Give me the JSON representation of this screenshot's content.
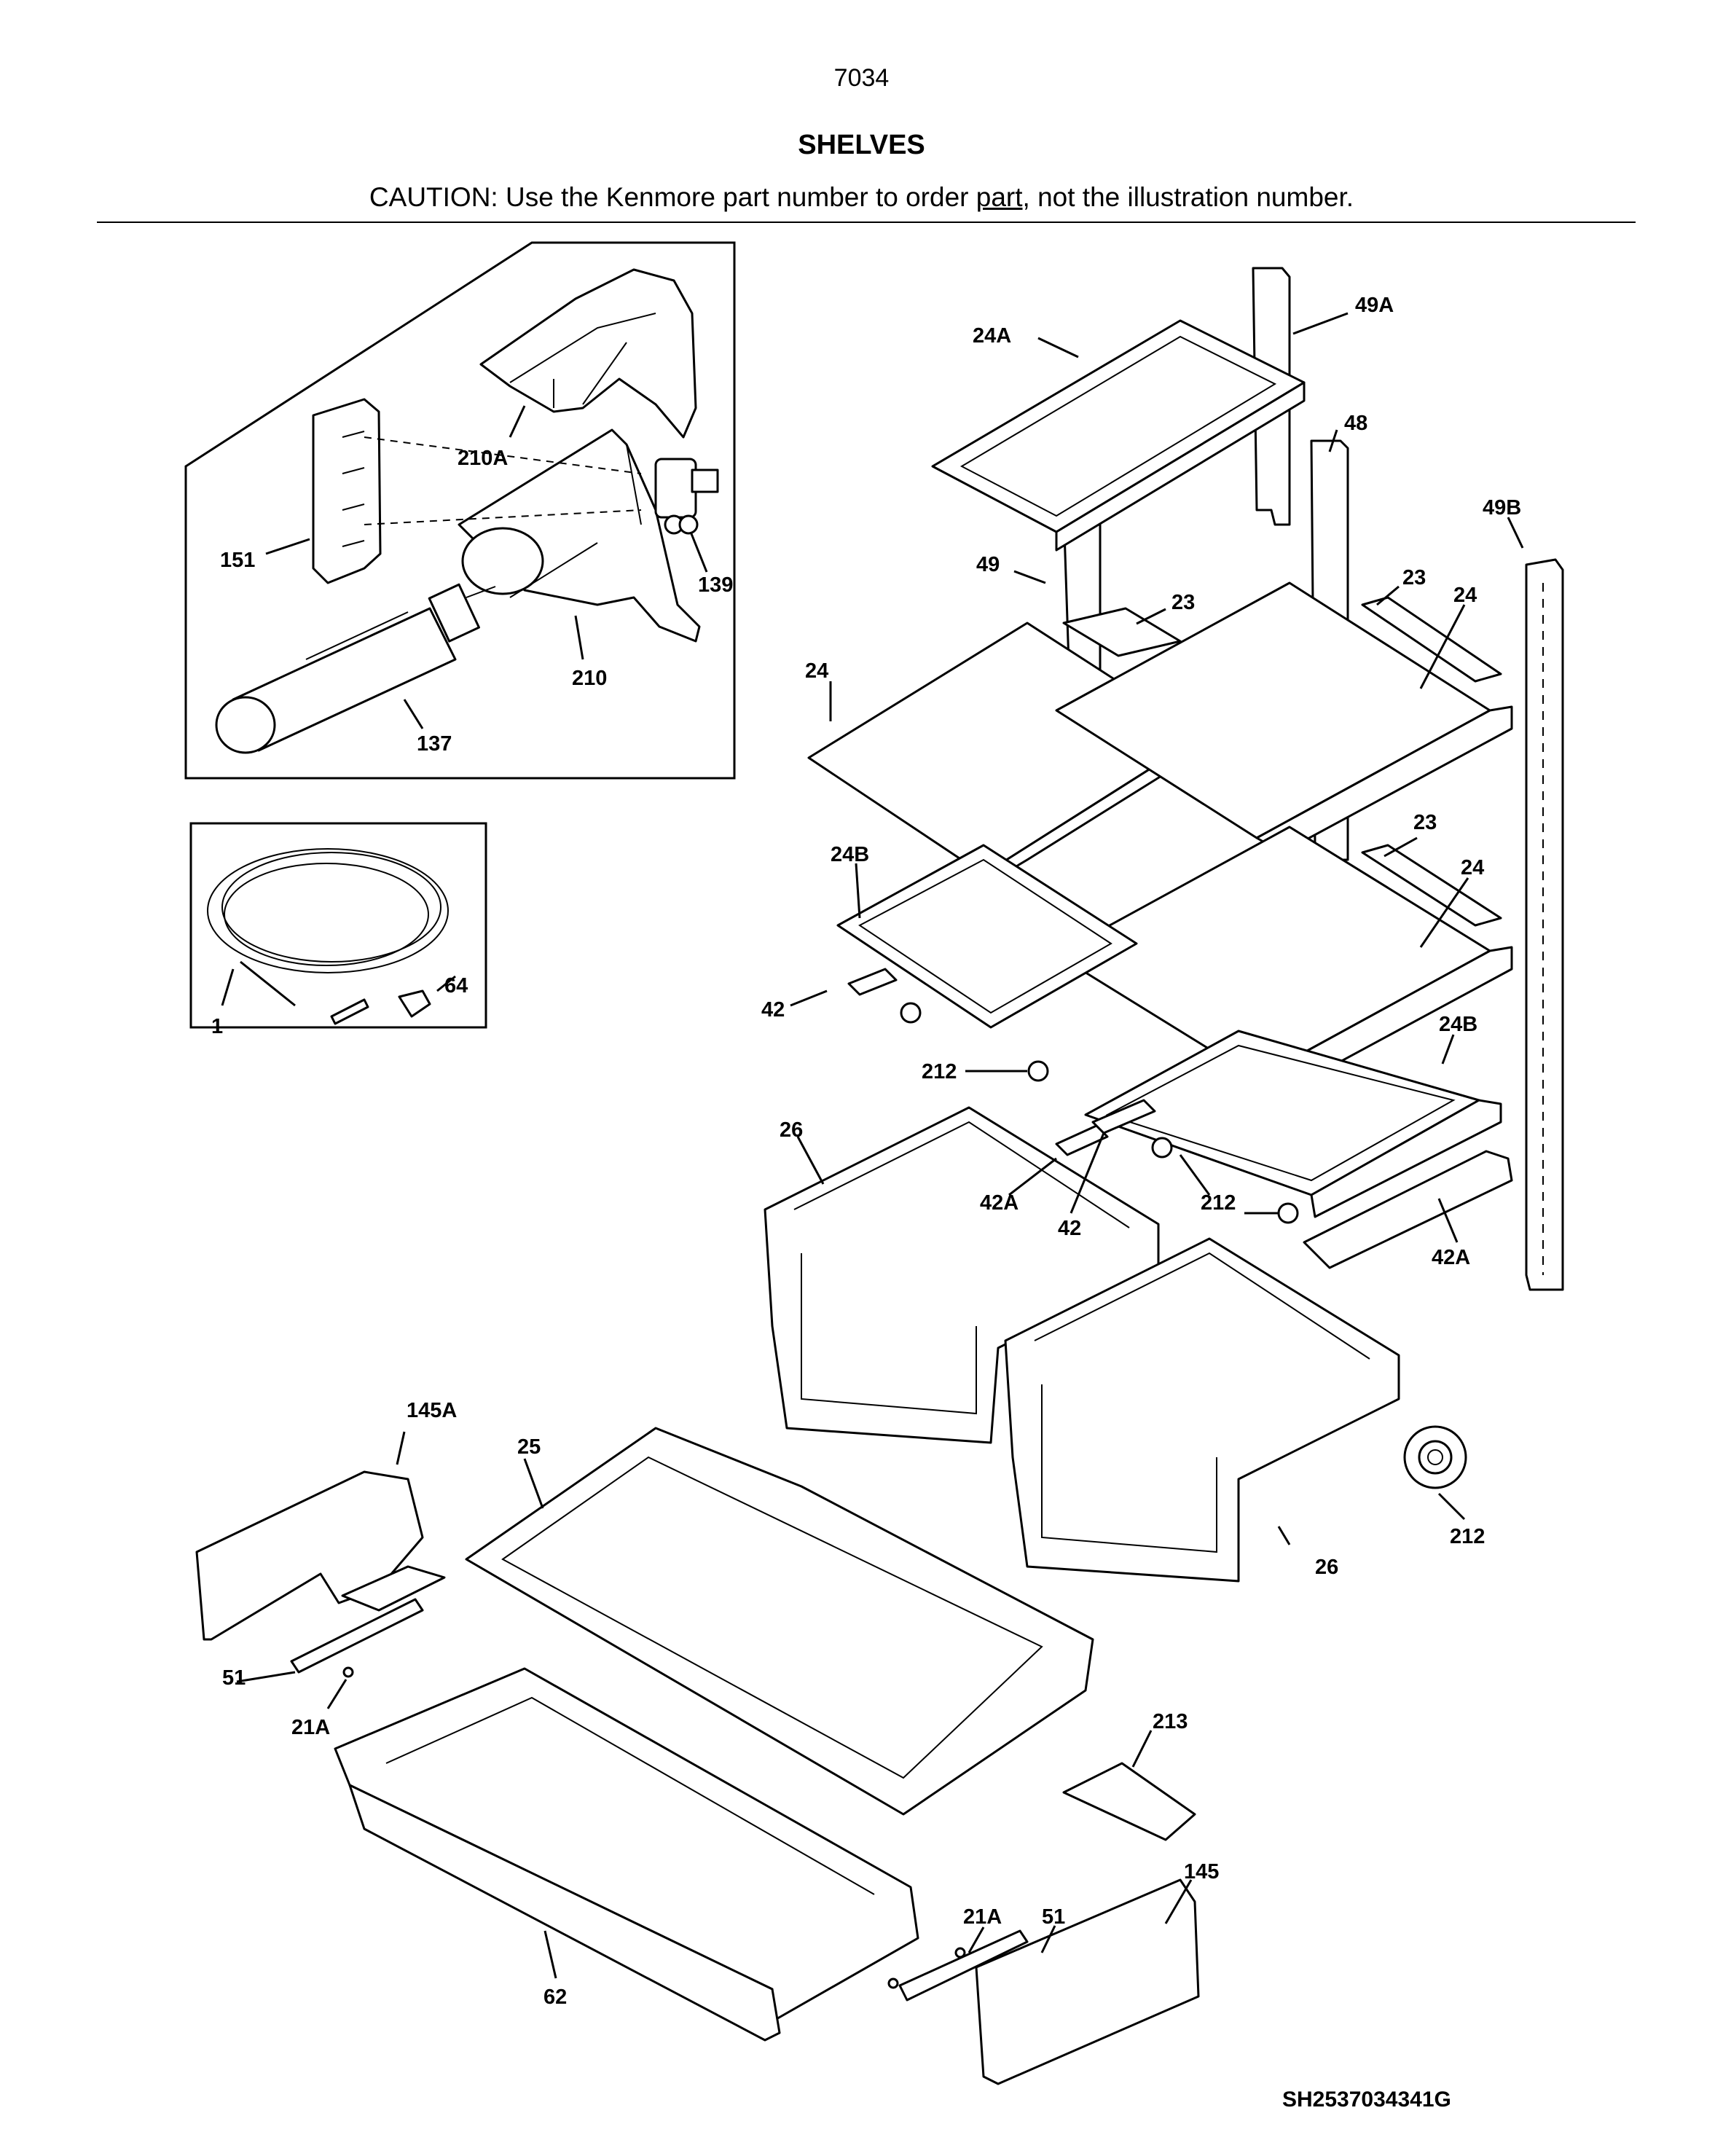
{
  "header": {
    "page_number": "7034",
    "title": "SHELVES",
    "caution_prefix": "CAUTION: Use the Kenmore part number to order ",
    "caution_link": "part",
    "caution_suffix": ", not the illustration number."
  },
  "footer": {
    "diagram_code": "SH2537034341G"
  },
  "callouts": {
    "c151": "151",
    "c210A": "210A",
    "c139": "139",
    "c210": "210",
    "c137": "137",
    "c1": "1",
    "c64": "64",
    "c24A": "24A",
    "c49A": "49A",
    "c48": "48",
    "c49B": "49B",
    "c49": "49",
    "c23a": "23",
    "c23b": "23",
    "c23c": "23",
    "c24a": "24",
    "c24b": "24",
    "c24c": "24",
    "c24Ba": "24B",
    "c24Bb": "24B",
    "c42a": "42",
    "c42b": "42",
    "c42Aa": "42A",
    "c42Ab": "42A",
    "c212a": "212",
    "c212b": "212",
    "c212c": "212",
    "c26a": "26",
    "c26b": "26",
    "c145A": "145A",
    "c25": "25",
    "c51a": "51",
    "c21Aa": "21A",
    "c213": "213",
    "c145": "145",
    "c21Ab": "21A",
    "c51b": "51",
    "c62": "62"
  }
}
